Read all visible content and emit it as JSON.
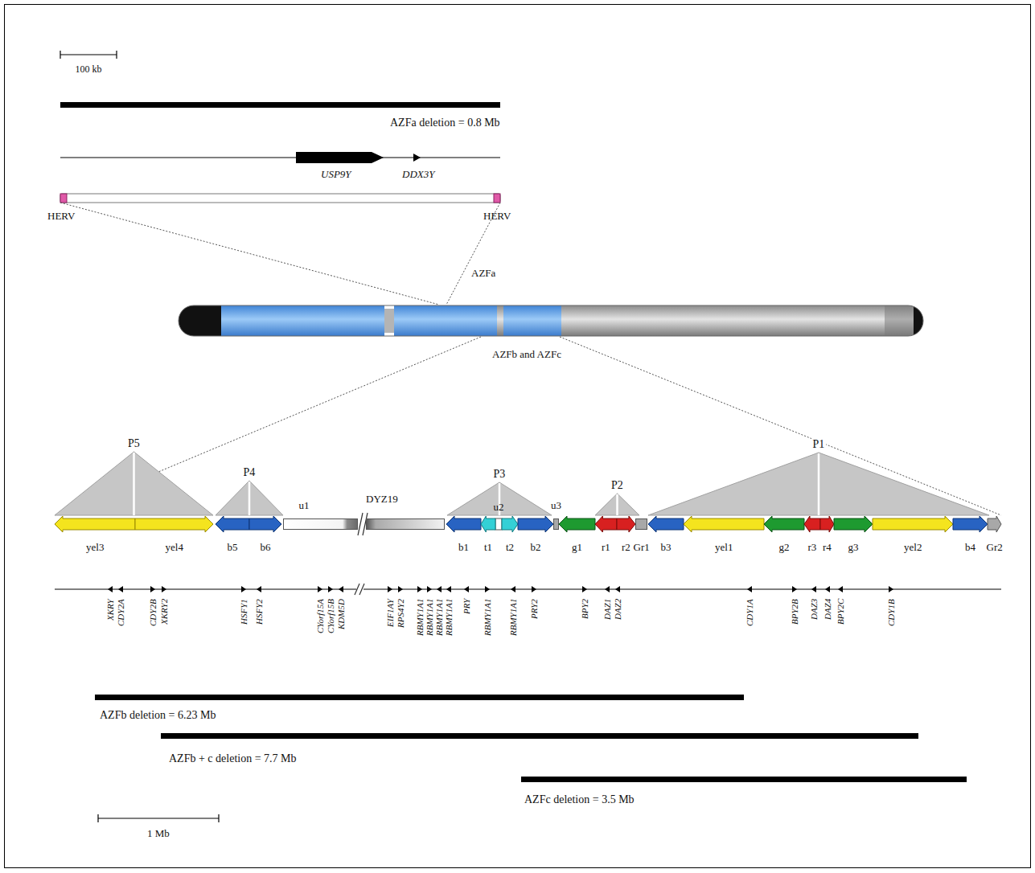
{
  "diagram": {
    "nodes": [
      {
        "text": [
          "AZFa deletion = 0.8 Mb"
        ]
      },
      {
        "text": [
          "P5"
        ]
      },
      {
        "text": [
          "P4"
        ]
      },
      {
        "text": [
          "P3"
        ]
      },
      {
        "text": [
          "P2"
        ]
      },
      {
        "text": [
          "P1"
        ]
      },
      {
        "text": [
          "yel3"
        ]
      },
      {
        "text": [
          "yel4"
        ]
      },
      {
        "text": [
          "b5"
        ]
      },
      {
        "text": [
          "b6"
        ]
      },
      {
        "text": [
          "u1"
        ]
      },
      {
        "text": [
          "DYZ19"
        ]
      },
      {
        "text": [
          "b1"
        ]
      },
      {
        "text": [
          "t1"
        ]
      },
      {
        "text": [
          "t2"
        ]
      },
      {
        "text": [
          "b2"
        ]
      },
      {
        "text": [
          "u3"
        ]
      },
      {
        "text": [
          "g1"
        ]
      },
      {
        "text": [
          "r1"
        ]
      },
      {
        "text": [
          "r2"
        ]
      },
      {
        "text": [
          "Gr1"
        ]
      },
      {
        "text": [
          "b3"
        ]
      },
      {
        "text": [
          "yel1"
        ]
      },
      {
        "text": [
          "g2"
        ]
      },
      {
        "text": [
          "r3"
        ]
      },
      {
        "text": [
          "r4"
        ]
      },
      {
        "text": [
          "g3"
        ]
      },
      {
        "text": [
          "yel2"
        ]
      },
      {
        "text": [
          "b4"
        ]
      },
      {
        "text": [
          "Gr2"
        ]
      },
      {
        "text": [
          "AZFb deletion = 6.23 Mb"
        ]
      },
      {
        "text": [
          "AZFb + c deletion = 7.7 Mb"
        ]
      },
      {
        "text": [
          "AZFc deletion = 3.5 Mb"
        ]
      }
    ],
    "labels": [
      "100 kb",
      "USP9Y",
      "DDX3Y",
      "HERV",
      "HERV",
      "AZFa",
      "AZFb and AZFc",
      "u2",
      "XKRY",
      "CDY2A",
      "CDY2B",
      "XKRY2",
      "HSFY1",
      "HSFY2",
      "CYorf15A",
      "CYorf15B",
      "KDM5D",
      "EIF1AY",
      "RPS4Y2",
      "RBMY1A1",
      "RBMY1A1",
      "RBMY1A1",
      "RBMY1A1",
      "PRY",
      "RBMY1A1",
      "RBMY1A1",
      "PRY2",
      "BPY2",
      "DAZ1",
      "DAZ2",
      "CDY1A",
      "BPY2B",
      "DAZ3",
      "DAZ4",
      "BPY2C",
      "CDY1B",
      "1 Mb"
    ]
  }
}
